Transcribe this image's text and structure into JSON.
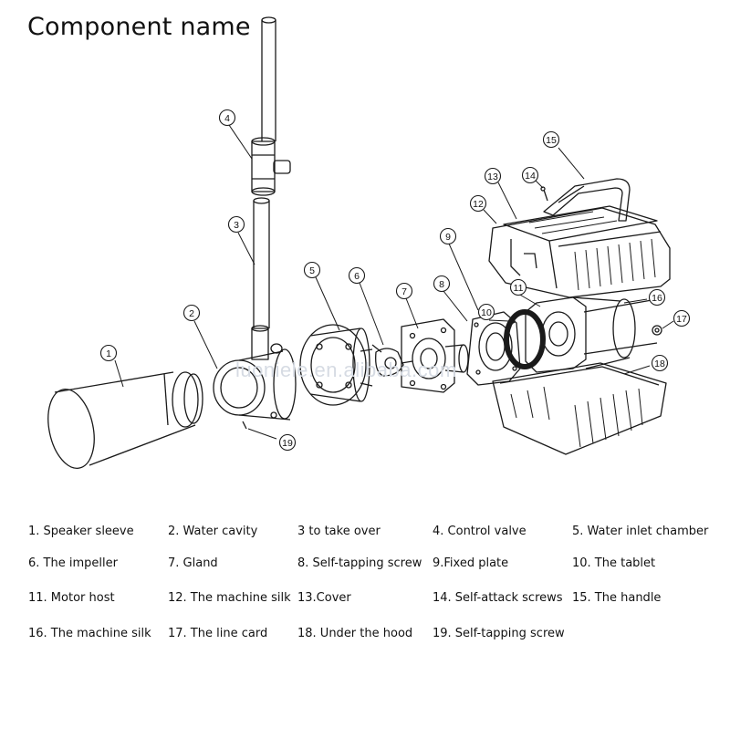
{
  "title": "Component name",
  "watermark": "luoniele.en.alibaba.com",
  "callouts": [
    "1",
    "2",
    "3",
    "4",
    "5",
    "6",
    "7",
    "8",
    "9",
    "10",
    "11",
    "12",
    "13",
    "14",
    "15",
    "16",
    "17",
    "18",
    "19"
  ],
  "legend": [
    "1. Speaker sleeve",
    "2. Water cavity",
    "3 to take over",
    "4. Control valve",
    "5. Water inlet chamber",
    "6. The impeller",
    "7. Gland",
    "8. Self-tapping screw",
    "9.Fixed plate",
    "10. The tablet",
    "11. Motor host",
    "12. The machine silk",
    "13.Cover",
    "14. Self-attack screws",
    "15. The handle",
    "16. The machine silk",
    "17. The line card",
    "18. Under the hood",
    "19. Self-tapping screw"
  ],
  "colors": {
    "line": "#1a1a1a",
    "background": "#ffffff"
  }
}
